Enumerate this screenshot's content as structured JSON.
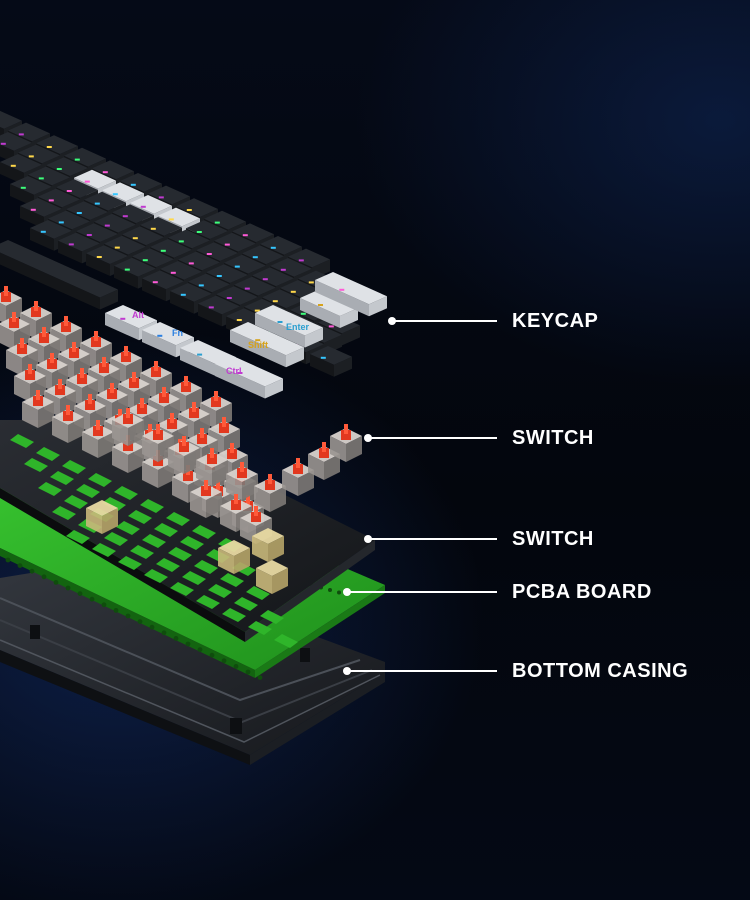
{
  "callouts": [
    {
      "id": "keycap",
      "label": "KEYCAP"
    },
    {
      "id": "switch",
      "label": "SWITCH"
    },
    {
      "id": "plate",
      "label": "SWITCH"
    },
    {
      "id": "pcba",
      "label": "PCBA BOARD"
    },
    {
      "id": "bottom",
      "label": "BOTTOM CASING"
    }
  ],
  "keycap_legends": {
    "alt": "Alt",
    "fn": "Fn",
    "shift": "Shift",
    "ctrl": "Ctrl",
    "enter": "Enter"
  },
  "colors": {
    "background": "#03060d",
    "keycap_dark": "#262a30",
    "keycap_light": "#dfe2e6",
    "switch_stem": "#e2381f",
    "pcb": "#2fb52a",
    "plate": "#1c1e22",
    "casing": "#2a2d33",
    "label": "#ffffff"
  },
  "icons": [
    "keycap-icon",
    "switch-icon"
  ]
}
